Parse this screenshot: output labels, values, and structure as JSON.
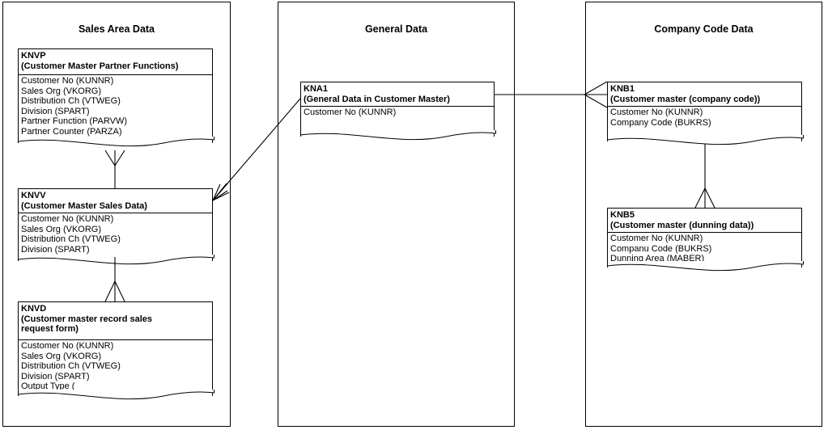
{
  "lanes": {
    "sales": {
      "title": "Sales Area Data"
    },
    "general": {
      "title": "General Data"
    },
    "company": {
      "title": "Company Code Data"
    }
  },
  "entities": {
    "knvp": {
      "code": "KNVP",
      "name": "(Customer Master Partner Functions)",
      "fields": [
        "Customer No (KUNNR)",
        "Sales Org (VKORG)",
        "Distribution Ch (VTWEG)",
        "Division (SPART)",
        "Partner Function (PARVW)",
        "Partner Counter (PARZA)"
      ]
    },
    "knvv": {
      "code": "KNVV",
      "name": "(Customer Master Sales Data)",
      "fields": [
        "Customer No (KUNNR)",
        "Sales Org (VKORG)",
        "Distribution Ch (VTWEG)",
        "Division (SPART)"
      ]
    },
    "knvd": {
      "code": "KNVD",
      "name_line1": "(Customer master record sales",
      "name_line2": "request form)",
      "fields": [
        "Customer No (KUNNR)",
        "Sales Org (VKORG)",
        "Distribution Ch (VTWEG)",
        "Division (SPART)",
        "Output Type ("
      ]
    },
    "kna1": {
      "code": "KNA1",
      "name": "(General Data in Customer Master)",
      "fields": [
        "Customer No (KUNNR)"
      ]
    },
    "knb1": {
      "code": "KNB1",
      "name": "(Customer master (company code))",
      "fields": [
        "Customer No (KUNNR)",
        "Company Code (BUKRS)"
      ]
    },
    "knb5": {
      "code": "KNB5",
      "name": "(Customer master (dunning data))",
      "fields": [
        "Customer No (KUNNR)",
        "Companu Code (BUKRS)",
        "Dunning Area (MABER)"
      ]
    }
  }
}
